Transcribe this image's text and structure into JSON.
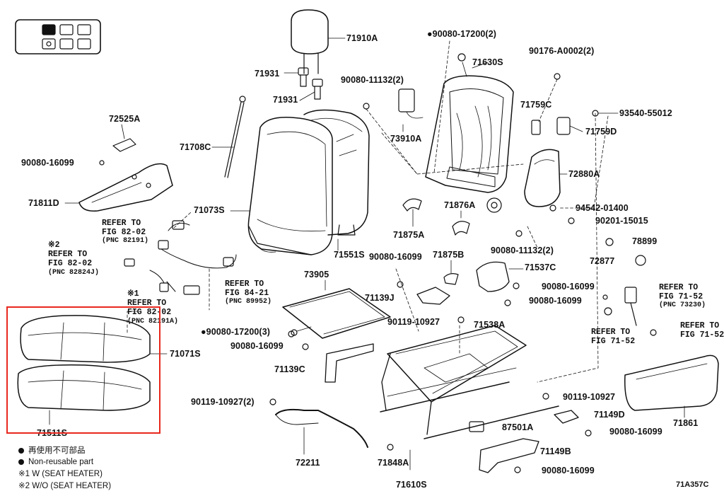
{
  "labels": {
    "p71910A": "71910A",
    "p90080_17200_2": "●90080-17200(2)",
    "p71630S": "71630S",
    "p90176": "90176-A0002(2)",
    "p71931a": "71931",
    "p71931b": "71931",
    "p90080_11132_2": "90080-11132(2)",
    "p71759C": "71759C",
    "p93540": "93540-55012",
    "p71759D": "71759D",
    "p72525A": "72525A",
    "p71708C": "71708C",
    "p73910A": "73910A",
    "p90080_16099_a": "90080-16099",
    "p72880A": "72880A",
    "p71811D": "71811D",
    "p71073S": "71073S",
    "p94542": "94542-01400",
    "p90201": "90201-15015",
    "p71876A": "71876A",
    "p71875A": "71875A",
    "p78899": "78899",
    "p71551S": "71551S",
    "p90080_16099_b": "90080-16099",
    "p71875B": "71875B",
    "p90080_11132": "90080-11132(2)",
    "p72877": "72877",
    "p71537C": "71537C",
    "p73905": "73905",
    "p90080_16099_c": "90080-16099",
    "p71139J": "71139J",
    "p90080_16099_d": "90080-16099",
    "p90119_10927_a": "90119-10927",
    "p71538A": "71538A",
    "p90080_17200_3": "●90080-17200(3)",
    "p90080_16099_e": "90080-16099",
    "p71071S": "71071S",
    "p71139C": "71139C",
    "p90119_10927_b": "90119-10927",
    "p90119_10927_2": "90119-10927(2)",
    "p71149D": "71149D",
    "p87501A": "87501A",
    "p90080_16099_f": "90080-16099",
    "p71861": "71861",
    "p71511S": "71511S",
    "p72211": "72211",
    "p71848A": "71848A",
    "p71149B": "71149B",
    "p90080_16099_g": "90080-16099",
    "p71610S": "71610S",
    "code": "71A357C"
  },
  "refs": {
    "r1": [
      "REFER TO",
      "FIG 82-02",
      "(PNC 82191)"
    ],
    "r2": [
      "※2",
      "REFER TO",
      "FIG 82-02",
      "(PNC 82824J)"
    ],
    "r3": [
      "※1",
      "REFER TO",
      "FIG 82-02",
      "(PNC 82191A)"
    ],
    "r4": [
      "REFER TO",
      "FIG 84-21",
      "(PNC 89952)"
    ],
    "r5": [
      "REFER TO",
      "FIG 71-52",
      "(PNC 73230)"
    ],
    "r6": [
      "REFER TO",
      "FIG 71-52"
    ],
    "r7": [
      "REFER TO",
      "FIG 71-52"
    ]
  },
  "legend": {
    "l1": "再使用不可部品",
    "l2": "Non-reusable part",
    "l3": "※1  W (SEAT HEATER)",
    "l4": "※2  W/O (SEAT HEATER)"
  },
  "colors": {
    "highlight": "#e8281e",
    "ink": "#111111"
  },
  "icons": {
    "seat-position-icon": "seat-map"
  }
}
